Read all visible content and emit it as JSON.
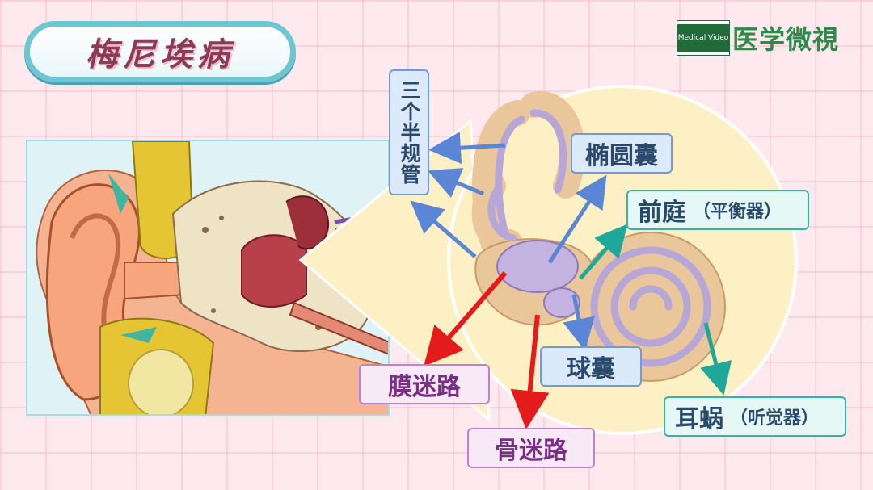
{
  "title": "梅尼埃病",
  "logo": {
    "small": "Medical Video",
    "text": "医学微視"
  },
  "labels": {
    "semicircular": "三个半规管",
    "utricle": "椭圆囊",
    "vestibule": "前庭",
    "vestibule_note": "（平衡器）",
    "saccule": "球囊",
    "cochlea": "耳蜗",
    "cochlea_note": "（听觉器）",
    "membranous": "膜迷路",
    "bony": "骨迷路"
  },
  "colors": {
    "blue_arrow": "#5b86d6",
    "teal_arrow": "#1fa899",
    "red_arrow": "#e31b1b",
    "label_blue_border": "#6f9bd8",
    "label_teal_border": "#3ab3a5",
    "label_purple_border": "#c27fd0"
  }
}
